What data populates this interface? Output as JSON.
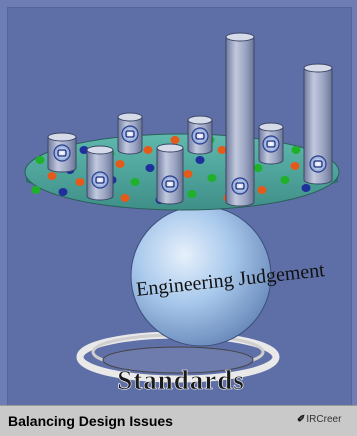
{
  "labels": {
    "sphere": "Engineering Judgement",
    "base": "Standards"
  },
  "caption": "Balancing Design Issues",
  "logo": {
    "mark": "✐",
    "text": "IRCreer"
  },
  "colors": {
    "background": "#5e6fa8",
    "platter": "#4fa9a0",
    "sphere": "#a8c9ec",
    "cylinder": "#9aa7c8",
    "dot_green": "#1fb12a",
    "dot_blue": "#1f2f9c",
    "dot_orange": "#e45a1a"
  },
  "icons": [
    "globe-icon",
    "tool-icon",
    "house-icon",
    "bus-icon",
    "plane-icon",
    "car-icon",
    "building-icon",
    "computer-icon"
  ]
}
